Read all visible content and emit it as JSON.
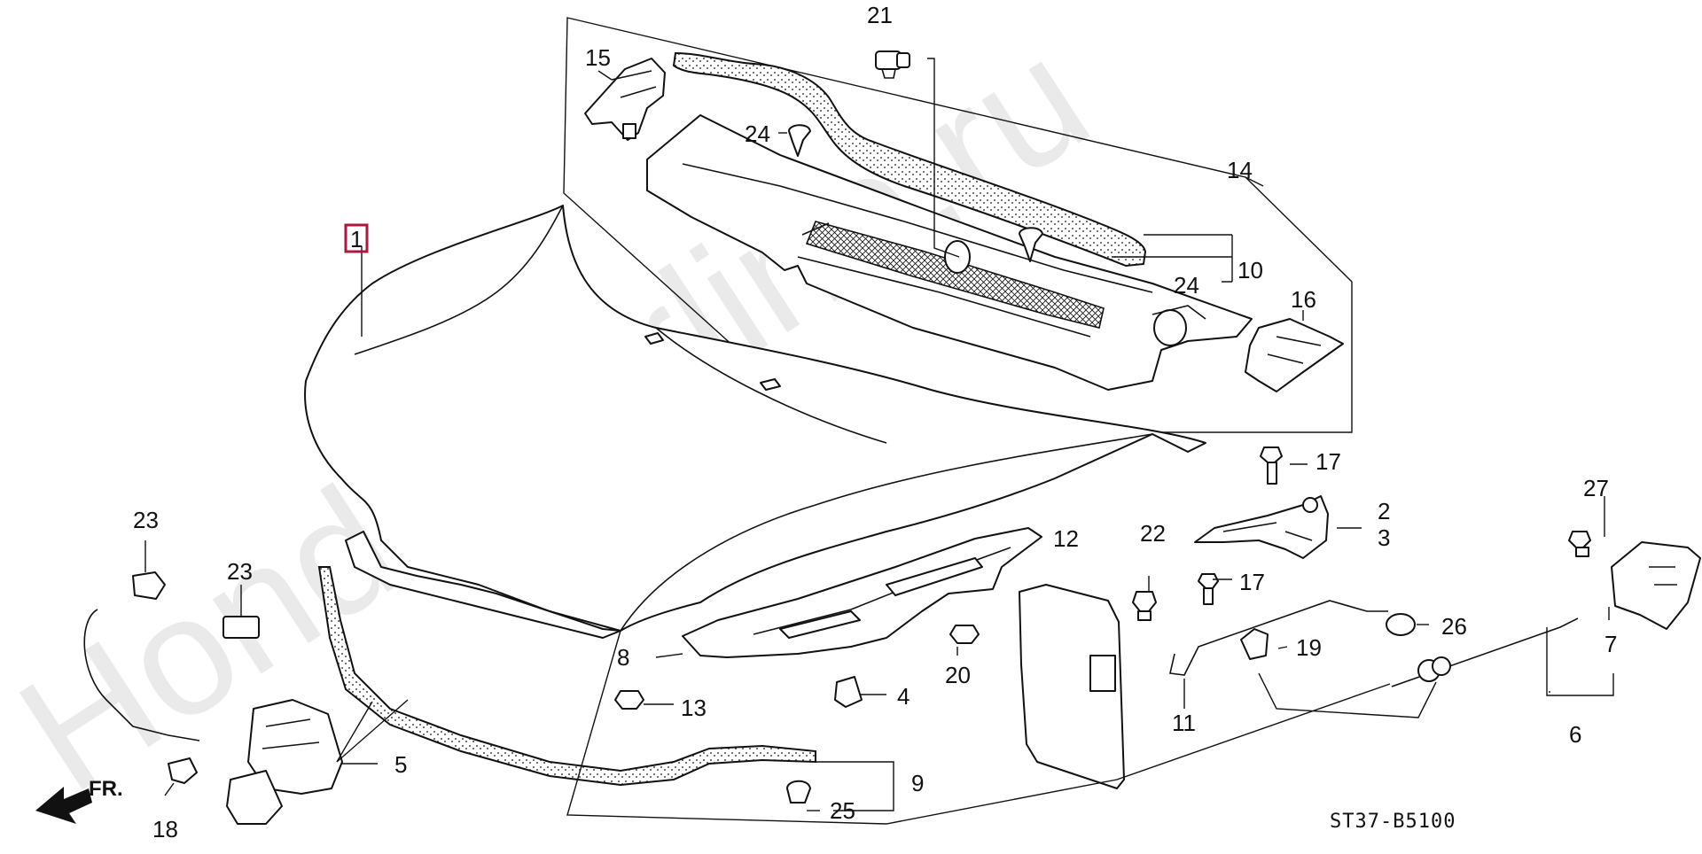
{
  "diagram": {
    "watermark": "HondaCarline.ru",
    "reference_code": "ST37-B5100",
    "direction_label": "FR.",
    "highlighted_callout": "1",
    "callouts": {
      "c1": "1",
      "c2": "2",
      "c3": "3",
      "c4": "4",
      "c5": "5",
      "c6": "6",
      "c7": "7",
      "c8": "8",
      "c9": "9",
      "c10": "10",
      "c11": "11",
      "c12": "12",
      "c13": "13",
      "c14": "14",
      "c15": "15",
      "c16": "16",
      "c17a": "17",
      "c17b": "17",
      "c18": "18",
      "c19": "19",
      "c20": "20",
      "c21": "21",
      "c22": "22",
      "c23a": "23",
      "c23b": "23",
      "c24a": "24",
      "c24b": "24",
      "c25": "25",
      "c26": "26",
      "c27": "27"
    },
    "colors": {
      "line": "#111111",
      "highlight_box": "#b0153c",
      "watermark": "#d9d9d9"
    }
  }
}
